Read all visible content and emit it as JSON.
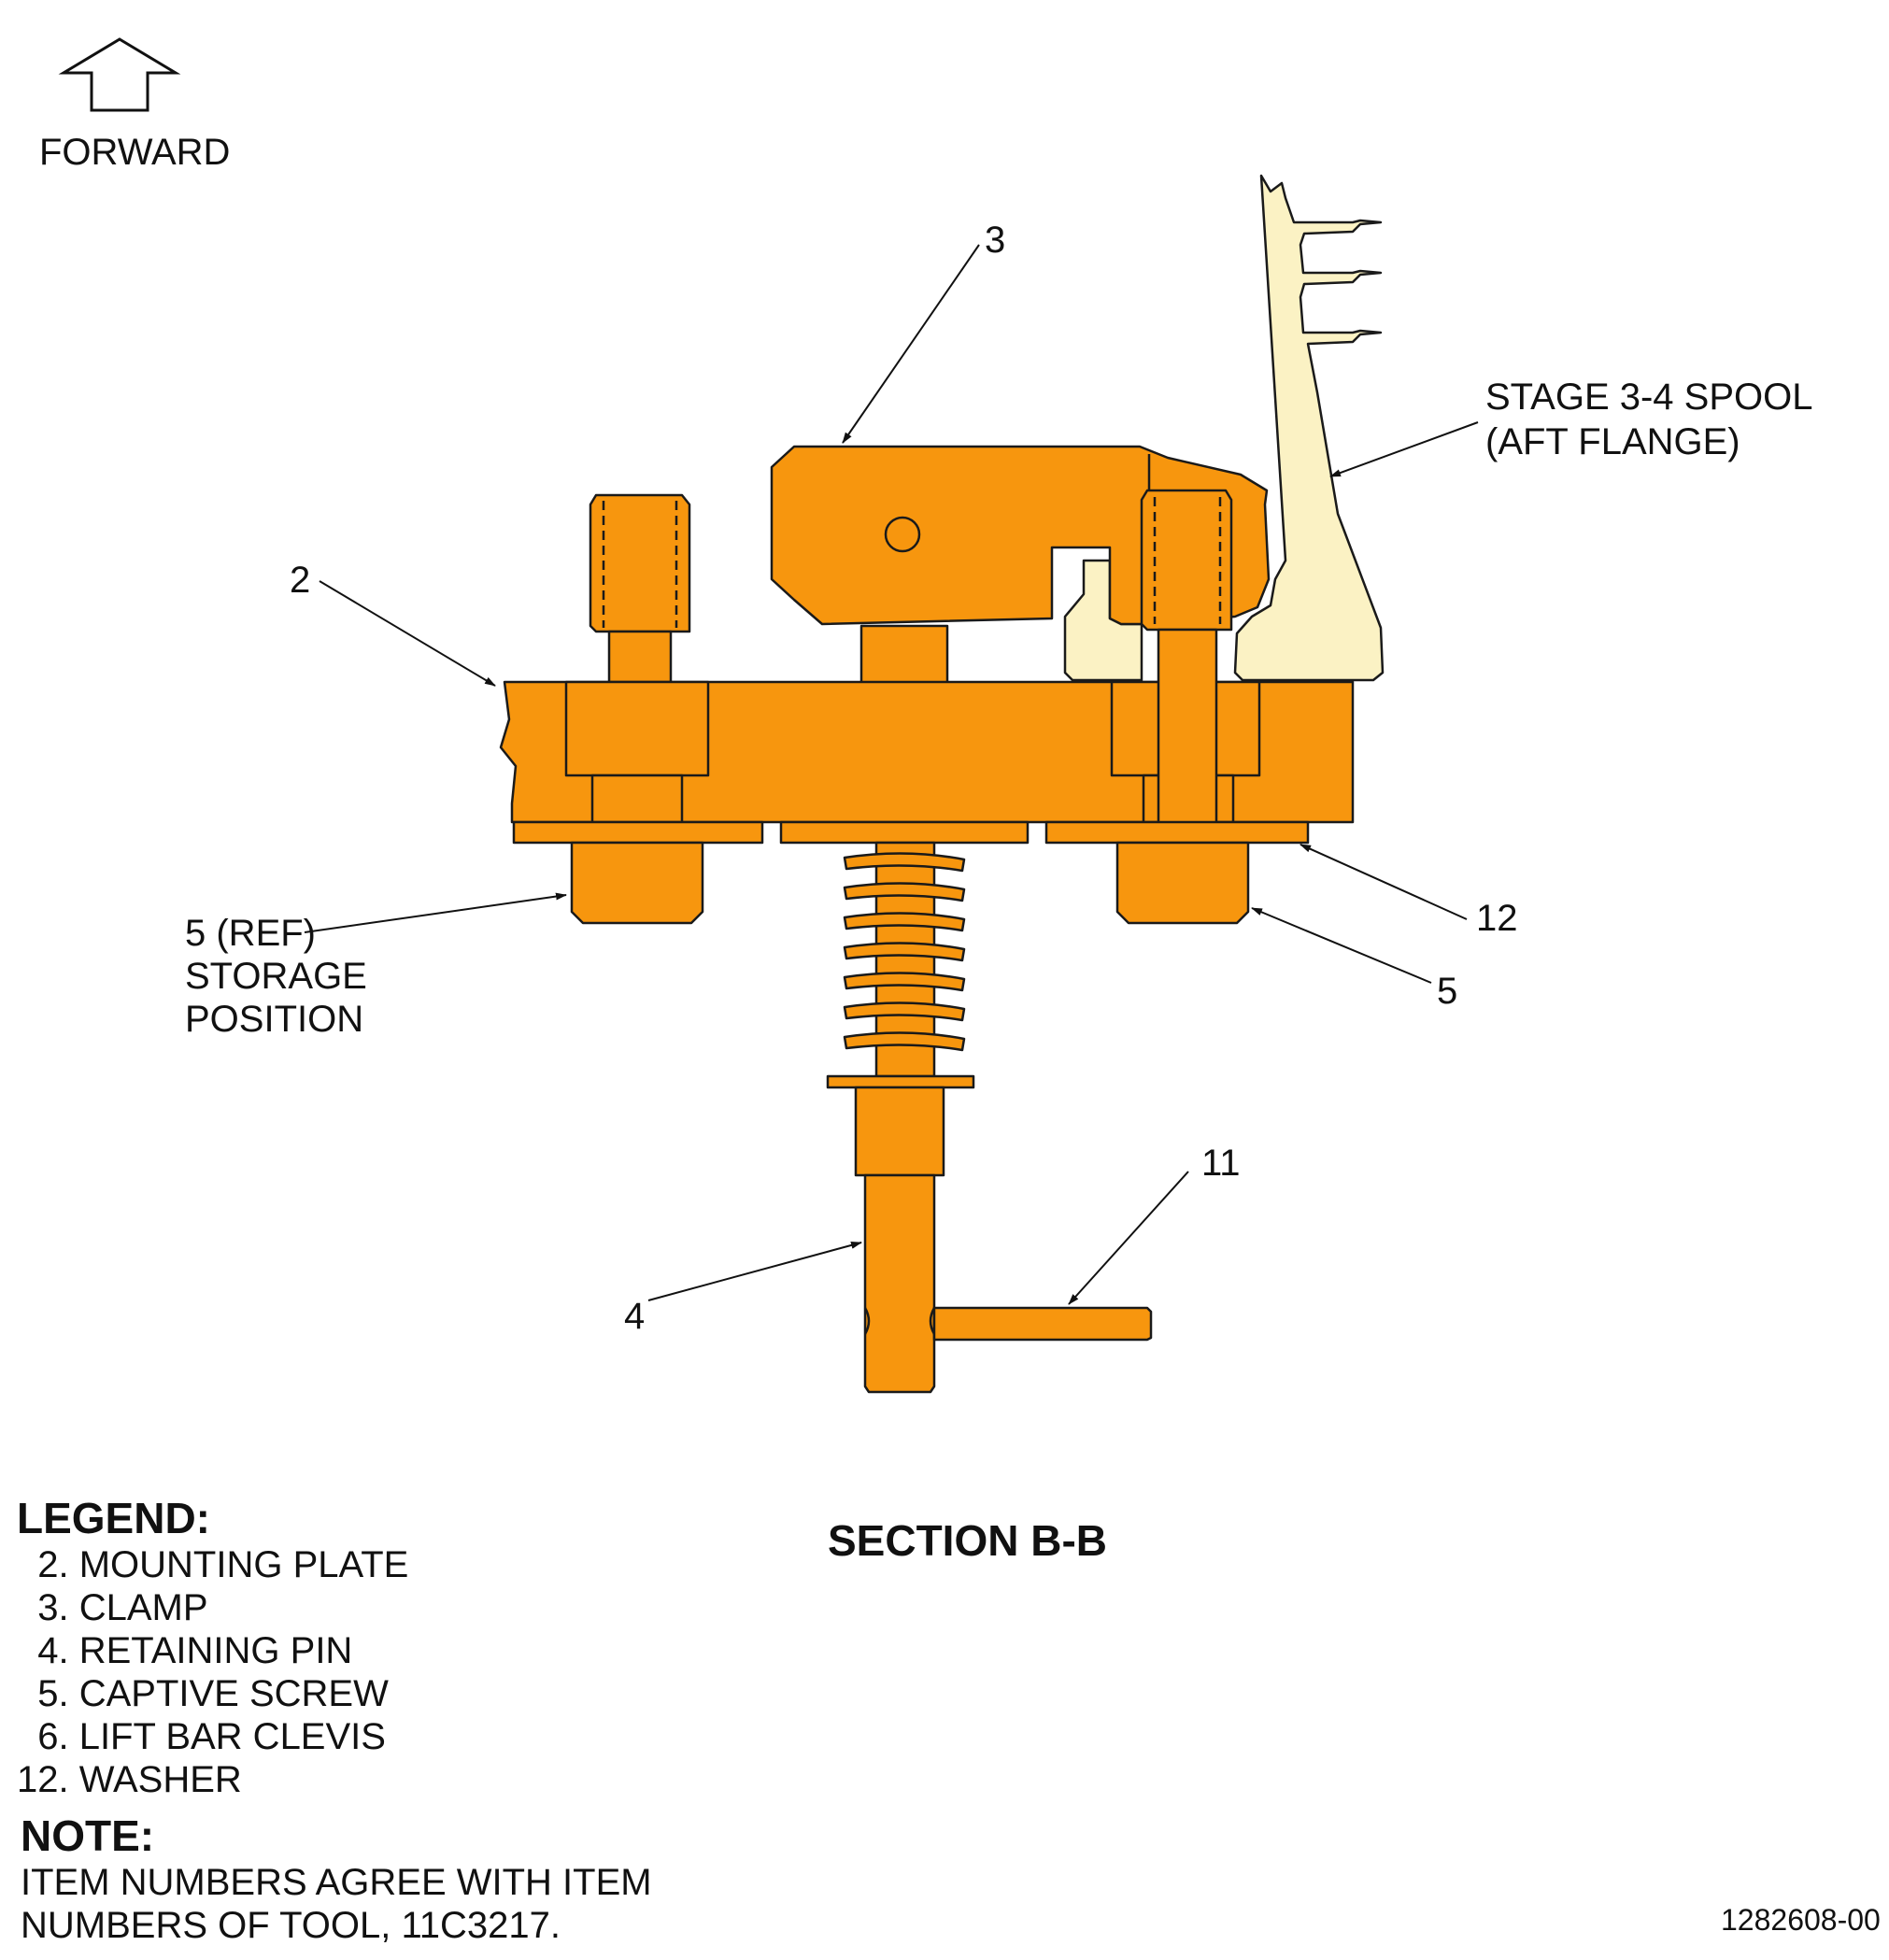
{
  "direction_label": "FORWARD",
  "callouts": {
    "c2": "2",
    "c3": "3",
    "c4": "4",
    "c5": "5",
    "c5ref_line1": "5 (REF)",
    "c5ref_line2": "STORAGE",
    "c5ref_line3": "POSITION",
    "c11": "11",
    "c12": "12",
    "spool_line1": "STAGE 3-4 SPOOL",
    "spool_line2": "(AFT FLANGE)"
  },
  "section_title": "SECTION B-B",
  "legend": {
    "title": "LEGEND:",
    "items": [
      "  2. MOUNTING PLATE",
      "  3. CLAMP",
      "  4. RETAINING PIN",
      "  5. CAPTIVE SCREW",
      "  6. LIFT BAR CLEVIS",
      "12. WASHER"
    ]
  },
  "note": {
    "title": "NOTE:",
    "lines": [
      "ITEM NUMBERS AGREE WITH ITEM",
      "NUMBERS OF TOOL, 11C3217."
    ]
  },
  "figure_id": "1282608-00",
  "colors": {
    "tool_orange": "#F7960E",
    "spool_yellow": "#FBF2C4",
    "outline": "#1a1a1a"
  }
}
